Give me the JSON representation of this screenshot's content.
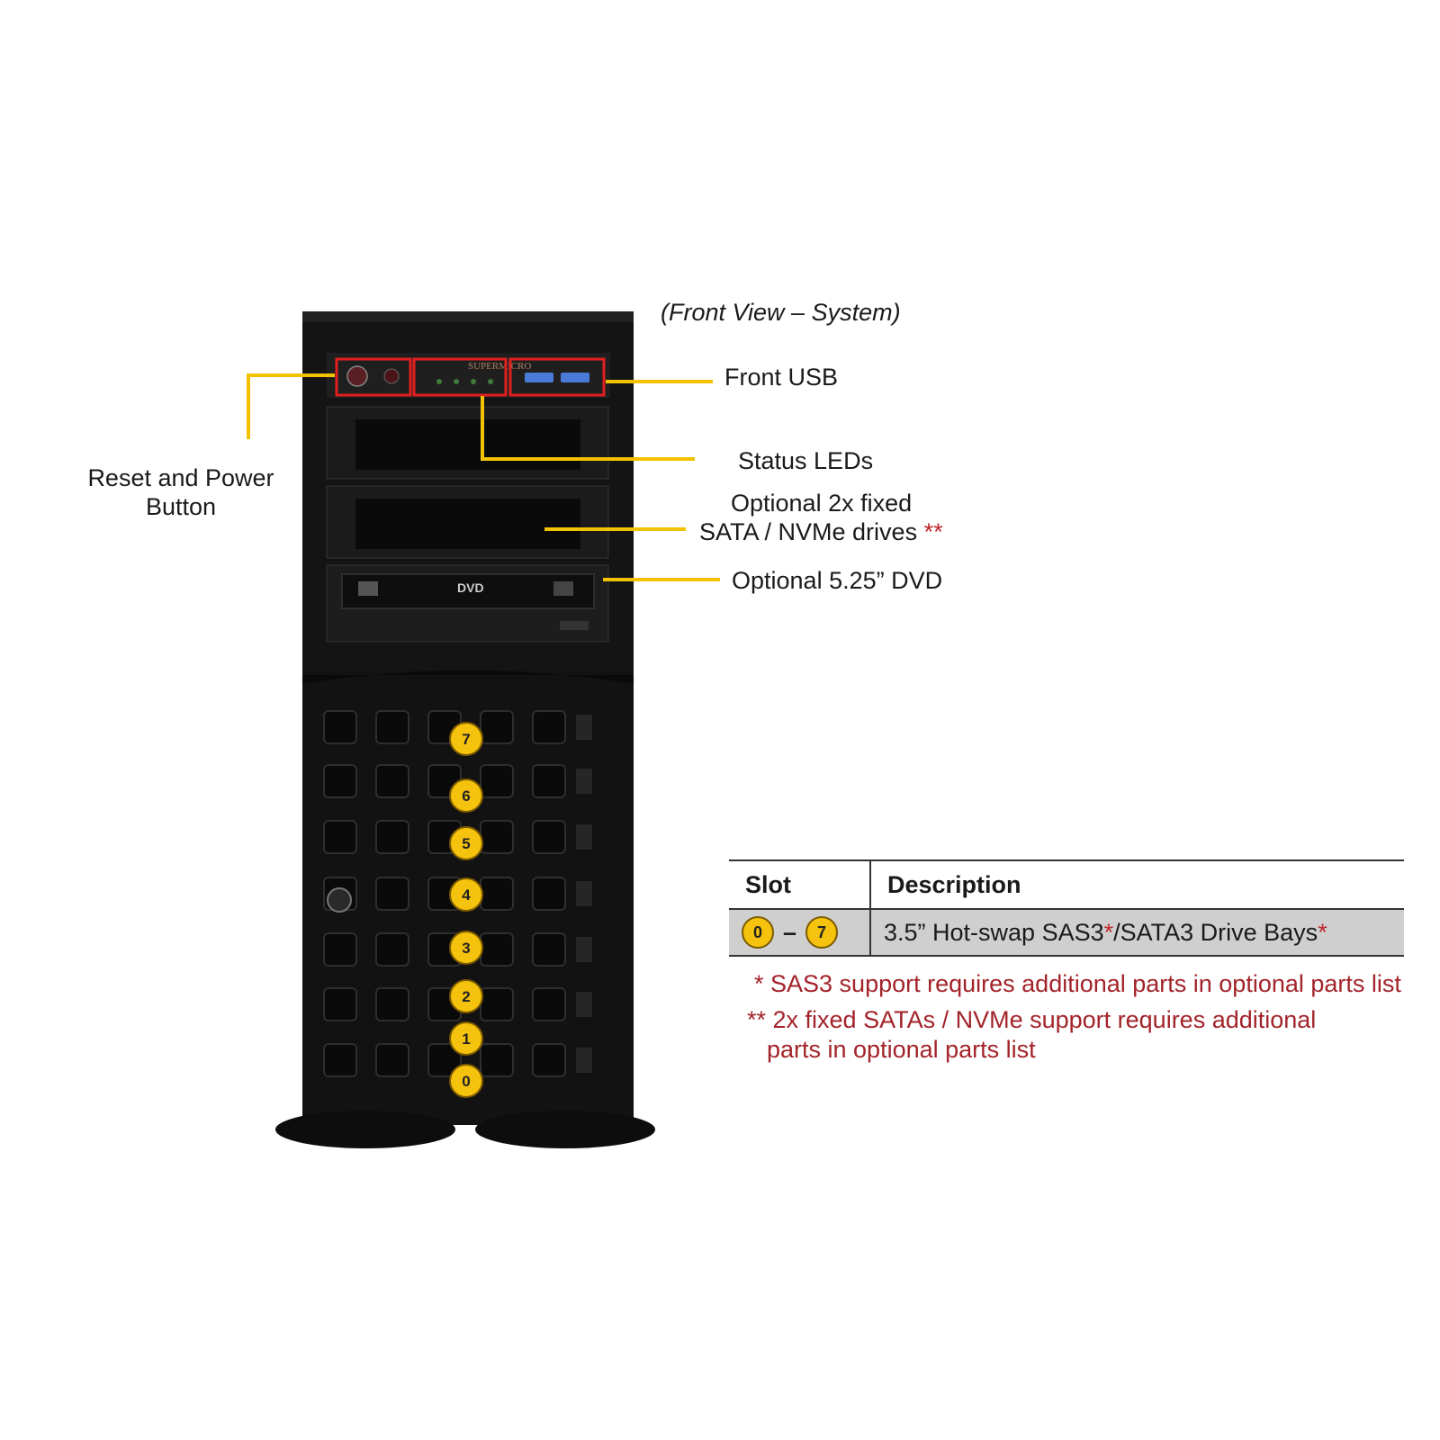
{
  "caption": "(Front View – System)",
  "callouts": {
    "reset_power": [
      "Reset and Power",
      "Button"
    ],
    "front_usb": "Front USB",
    "status_leds": "Status LEDs",
    "fixed_drives_line1": "Optional 2x fixed",
    "fixed_drives_line2": "SATA / NVMe drives",
    "fixed_drives_mark": "**",
    "dvd": "Optional 5.25” DVD"
  },
  "panel": {
    "brand": "SUPERMICRO",
    "dvd_logo": "DVD"
  },
  "drive_bay_numbers": [
    "7",
    "6",
    "5",
    "4",
    "3",
    "2",
    "1",
    "0"
  ],
  "table": {
    "headers": [
      "Slot",
      "Description"
    ],
    "row": {
      "slot_from": "0",
      "slot_dash": "–",
      "slot_to": "7",
      "desc_a": "3.5” Hot-swap SAS3",
      "desc_mark1": "*",
      "desc_b": "/SATA3 Drive Bays",
      "desc_mark2": "*"
    }
  },
  "notes": {
    "note1": "* SAS3 support requires additional parts in optional parts list",
    "note2_line1": "** 2x fixed SATAs / NVMe support requires additional",
    "note2_line2": "parts in optional parts list"
  },
  "colors": {
    "callout_line": "#f2c200",
    "highlight_box": "#e0201f",
    "badge": "#f5c20d",
    "chassis": "#111111",
    "note_text": "#a3232a"
  }
}
